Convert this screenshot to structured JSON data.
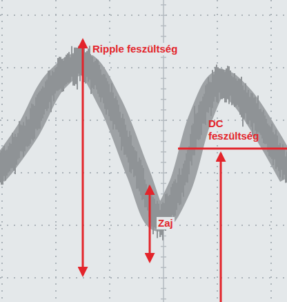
{
  "diagram": {
    "labels": [
      "Ripple feszültség",
      "DC feszültség",
      "Zaj"
    ]
  }
}
